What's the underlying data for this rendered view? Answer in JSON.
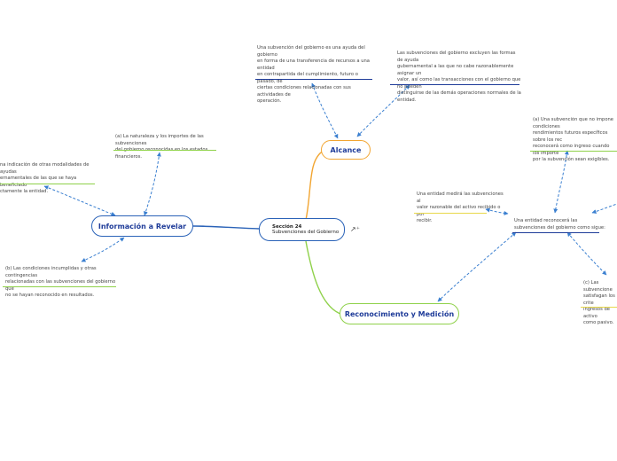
{
  "central": {
    "line1": "Sección 24",
    "line2": "Subvenciones del Gobierno"
  },
  "branches": {
    "alcance": {
      "label": "Alcance",
      "color": "#f2a531"
    },
    "informacion": {
      "label": "Información  a Revelar",
      "color": "#2b63b8"
    },
    "reconocimiento": {
      "label": "Reconocimiento y Medición",
      "color": "#8fd14a"
    }
  },
  "notes": {
    "alcance_def": "Una subvención del gobierno es una ayuda del gobierno\nen forma de una transferencia de recursos a una entidad\nen contrapartida del cumplimiento, futuro o pasado, de\nciertas condiciones relacionadas con sus actividades de\noperación.",
    "alcance_exclude": "Las subvenciones del gobierno excluyen las formas de ayuda\ngubernamental a las que no cabe razonablemente asignar un\nvalor, así como las transacciones con el gobierno que no pueden\ndistinguirse de las demás operaciones normales de la\nentidad.",
    "info_a": "(a) La naturaleza y los importes de las subvenciones\ndel gobierno reconocidas en los estados financieros.",
    "info_c": "na indicación de otras modalidades de ayudas\nernamentales de las que se haya beneficiado\nctamente la entidad.",
    "info_b": "(b) Las condiciones incumplidas y otras contingencias\nrelacionadas con las subvenciones del gobierno que\nno se hayan reconocido en resultados.",
    "rec_medicion": "Una entidad medirá las subvenciones al\nvalor razonable del activo recibido o por\nrecibir.",
    "rec_main": "Una entidad reconocerá las\nsubvenciones del gobierno como sigue:",
    "rec_a": "(a) Una subvención que no impone condiciones\nrendimientos futuros específicos sobre los rec\nreconocerá como ingreso cuando los importe\npor la subvención sean exigibles.",
    "rec_c": "(c) Las subvencione\nsatisfagan los crite\ningresos de activo\ncomo pasivo."
  },
  "colors": {
    "dark_blue": "#1f3c99",
    "orange": "#f2a531",
    "green": "#8fd14a",
    "yellow": "#e8d84a",
    "connector": "#3a7fd0"
  },
  "icons": {
    "branch_icon": "branch-add-icon"
  }
}
